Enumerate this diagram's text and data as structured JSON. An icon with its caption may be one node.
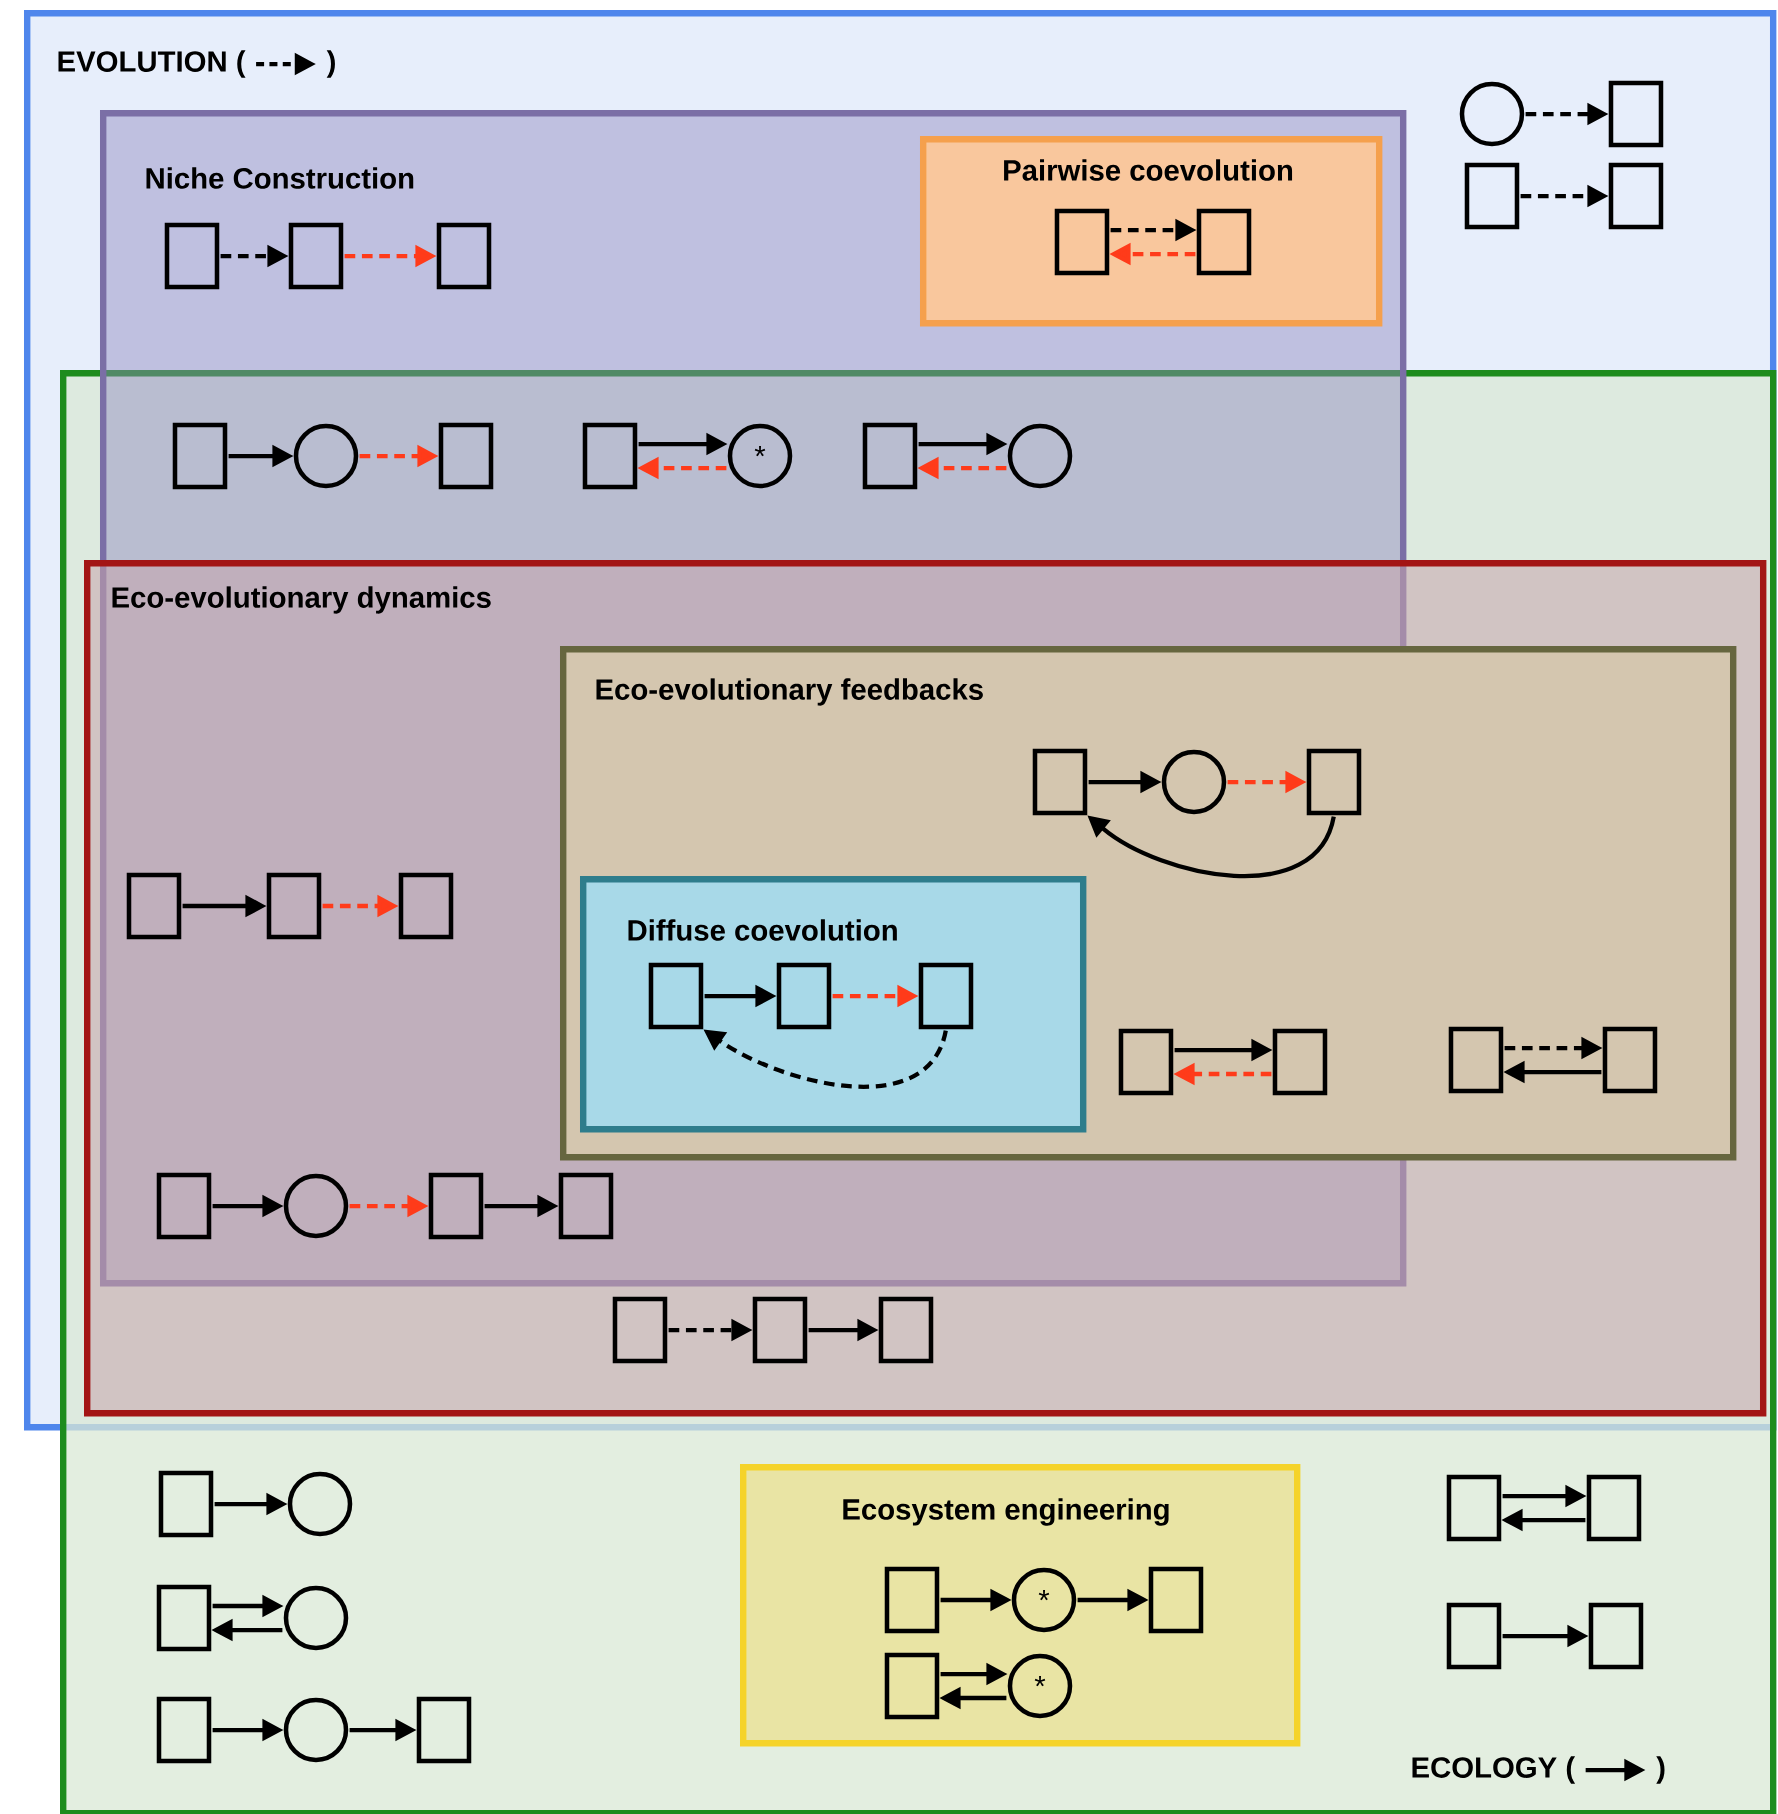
{
  "diagram": {
    "nodes": [
      {
        "text": [
          "EVOLUTION (",
          ")"
        ]
      },
      {
        "text": [
          "Niche Construction"
        ],
        "in": 0
      },
      {
        "text": [
          "Pairwise coevolution"
        ],
        "in": 1
      },
      {
        "text": [
          "ECOLOGY (",
          ")"
        ]
      },
      {
        "text": [
          "Eco-evolutionary dynamics"
        ]
      },
      {
        "text": [
          "Eco-evolutionary feedbacks"
        ],
        "in": 4
      },
      {
        "text": [
          "Diffuse coevolution"
        ]
      },
      {
        "text": [
          "Ecosystem engineering"
        ],
        "in": 3
      },
      {
        "text": [],
        "shape": "circle",
        "in": 0
      },
      {
        "text": [],
        "shape": "box",
        "in": 0
      },
      {
        "text": [],
        "shape": "box",
        "in": 0
      },
      {
        "text": [],
        "shape": "box",
        "in": 0
      },
      {
        "text": [],
        "shape": "box",
        "in": 1
      },
      {
        "text": [],
        "shape": "box",
        "in": 1
      },
      {
        "text": [],
        "shape": "box",
        "in": 1
      },
      {
        "text": [],
        "shape": "box",
        "in": 2
      },
      {
        "text": [],
        "shape": "box",
        "in": 2
      },
      {
        "text": [],
        "shape": "box"
      },
      {
        "text": [],
        "shape": "circle"
      },
      {
        "text": [],
        "shape": "box"
      },
      {
        "text": [],
        "shape": "box"
      },
      {
        "text": [
          "*"
        ]
      },
      {
        "text": [],
        "shape": "box"
      },
      {
        "text": [],
        "shape": "circle"
      },
      {
        "text": [],
        "shape": "box"
      },
      {
        "text": [],
        "shape": "box"
      },
      {
        "text": [],
        "shape": "box"
      },
      {
        "text": [],
        "shape": "box"
      },
      {
        "text": [],
        "shape": "circle"
      },
      {
        "text": [],
        "shape": "box"
      },
      {
        "text": [],
        "shape": "box",
        "in": 6
      },
      {
        "text": [],
        "shape": "box",
        "in": 6
      },
      {
        "text": [],
        "shape": "box",
        "in": 6
      },
      {
        "text": [],
        "shape": "box"
      },
      {
        "text": [],
        "shape": "box"
      },
      {
        "text": [],
        "shape": "box",
        "in": 5
      },
      {
        "text": [],
        "shape": "box",
        "in": 5
      },
      {
        "text": [],
        "shape": "box"
      },
      {
        "text": [],
        "shape": "circle"
      },
      {
        "text": [],
        "shape": "box"
      },
      {
        "text": [],
        "shape": "box"
      },
      {
        "text": [],
        "shape": "box",
        "in": 4
      },
      {
        "text": [],
        "shape": "box",
        "in": 4
      },
      {
        "text": [],
        "shape": "box",
        "in": 4
      },
      {
        "text": [],
        "shape": "box",
        "in": 3
      },
      {
        "text": [],
        "shape": "circle",
        "in": 3
      },
      {
        "text": [],
        "shape": "box",
        "in": 7
      },
      {
        "text": [
          "*"
        ],
        "in": 7
      },
      {
        "text": [],
        "shape": "box",
        "in": 7
      },
      {
        "text": [],
        "shape": "box",
        "in": 3
      },
      {
        "text": [],
        "shape": "box",
        "in": 3
      },
      {
        "text": [],
        "shape": "box",
        "in": 3
      },
      {
        "text": [],
        "shape": "circle",
        "in": 3
      },
      {
        "text": [],
        "shape": "box",
        "in": 3
      },
      {
        "text": [],
        "shape": "box",
        "in": 3
      },
      {
        "text": [],
        "shape": "box",
        "in": 7
      },
      {
        "text": [
          "*"
        ],
        "in": 7
      },
      {
        "text": [],
        "shape": "box",
        "in": 3
      },
      {
        "text": [],
        "shape": "circle",
        "in": 3
      },
      {
        "text": [],
        "shape": "box",
        "in": 3
      }
    ],
    "edges": [
      {
        "from": 8,
        "to": 9,
        "arrow": "to",
        "style": "dashed"
      },
      {
        "from": 10,
        "to": 11,
        "arrow": "to",
        "style": "dashed"
      },
      {
        "from": 12,
        "to": 13,
        "arrow": "to",
        "style": "dashed"
      },
      {
        "from": 13,
        "to": 14,
        "arrow": "to",
        "style": "dashed",
        "color": "#ff3b1a"
      },
      {
        "from": 15,
        "to": 16,
        "arrow": "to",
        "style": "dashed"
      },
      {
        "from": 16,
        "to": 15,
        "arrow": "to",
        "style": "dashed",
        "color": "#ff3b1a"
      },
      {
        "from": 17,
        "to": 18,
        "arrow": "to"
      },
      {
        "from": 18,
        "to": 19,
        "arrow": "to",
        "style": "dashed",
        "color": "#ff3b1a"
      },
      {
        "from": 20,
        "to": 21,
        "arrow": "to"
      },
      {
        "from": 21,
        "to": 20,
        "arrow": "to",
        "style": "dashed",
        "color": "#ff3b1a"
      },
      {
        "from": 22,
        "to": 23,
        "arrow": "to"
      },
      {
        "from": 23,
        "to": 22,
        "arrow": "to",
        "style": "dashed",
        "color": "#ff3b1a"
      },
      {
        "from": 24,
        "to": 25,
        "arrow": "to"
      },
      {
        "from": 25,
        "to": 26,
        "arrow": "to",
        "style": "dashed",
        "color": "#ff3b1a"
      },
      {
        "from": 27,
        "to": 28,
        "arrow": "to"
      },
      {
        "from": 28,
        "to": 29,
        "arrow": "to",
        "style": "dashed",
        "color": "#ff3b1a"
      },
      {
        "from": 29,
        "to": 27,
        "arrow": "to"
      },
      {
        "from": 30,
        "to": 31,
        "arrow": "to"
      },
      {
        "from": 31,
        "to": 32,
        "arrow": "to",
        "style": "dashed",
        "color": "#ff3b1a"
      },
      {
        "from": 32,
        "to": 30,
        "arrow": "to",
        "style": "dashed"
      },
      {
        "from": 33,
        "to": 34,
        "arrow": "to"
      },
      {
        "from": 34,
        "to": 33,
        "arrow": "to",
        "style": "dashed",
        "color": "#ff3b1a"
      },
      {
        "from": 35,
        "to": 36,
        "arrow": "to",
        "style": "dashed"
      },
      {
        "from": 36,
        "to": 35,
        "arrow": "to"
      },
      {
        "from": 37,
        "to": 38,
        "arrow": "to"
      },
      {
        "from": 38,
        "to": 39,
        "arrow": "to",
        "style": "dashed",
        "color": "#ff3b1a"
      },
      {
        "from": 39,
        "to": 40,
        "arrow": "to"
      },
      {
        "from": 41,
        "to": 42,
        "arrow": "to",
        "style": "dashed"
      },
      {
        "from": 42,
        "to": 43,
        "arrow": "to"
      },
      {
        "from": 44,
        "to": 45,
        "arrow": "to"
      },
      {
        "from": 46,
        "to": 47,
        "arrow": "to"
      },
      {
        "from": 47,
        "to": 48,
        "arrow": "to"
      },
      {
        "from": 49,
        "to": 50,
        "arrow": "to"
      },
      {
        "from": 50,
        "to": 49,
        "arrow": "to"
      },
      {
        "from": 51,
        "to": 52,
        "arrow": "to"
      },
      {
        "from": 52,
        "to": 51,
        "arrow": "to"
      },
      {
        "from": 53,
        "to": 54,
        "arrow": "to"
      },
      {
        "from": 55,
        "to": 56,
        "arrow": "to"
      },
      {
        "from": 56,
        "to": 55,
        "arrow": "to"
      },
      {
        "from": 57,
        "to": 58,
        "arrow": "to"
      },
      {
        "from": 58,
        "to": 59,
        "arrow": "to"
      }
    ]
  }
}
